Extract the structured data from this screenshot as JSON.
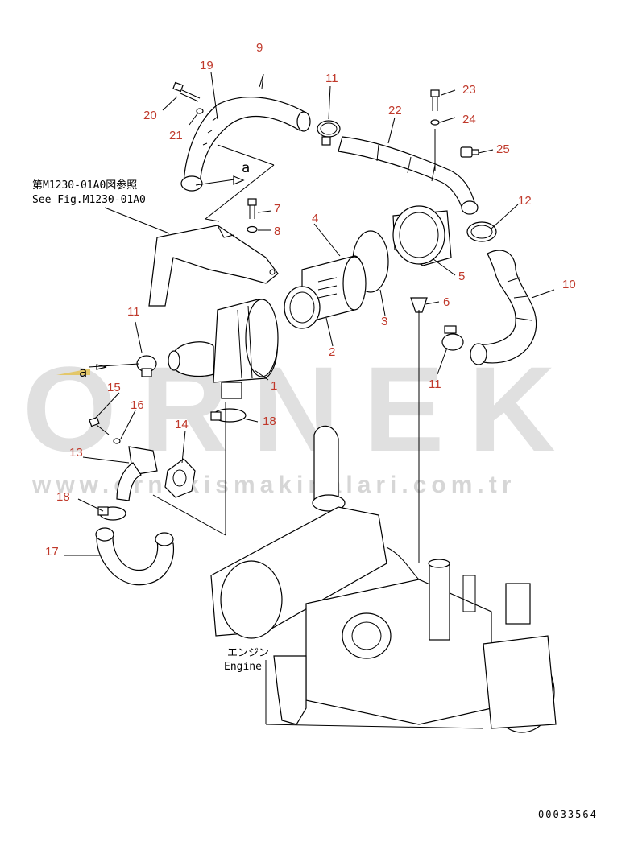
{
  "watermark": {
    "logo_text": "ORNEK",
    "url": "www.ornekismakinalari.com.tr"
  },
  "reference": {
    "line1": "第M1230-01A0図参照",
    "line2": "See Fig.M1230-01A0"
  },
  "engine_label": {
    "jp": "エンジン",
    "en": "Engine"
  },
  "view_marker": "a",
  "drawing_number": "00033564",
  "callouts": [
    "1",
    "2",
    "3",
    "4",
    "5",
    "6",
    "7",
    "8",
    "9",
    "10",
    "11",
    "12",
    "13",
    "14",
    "15",
    "16",
    "17",
    "18",
    "19",
    "20",
    "21",
    "22",
    "23",
    "24",
    "25"
  ],
  "colors": {
    "callout": "#c0392b",
    "watermark": "#d6d6d6",
    "marker_accent": "#e3c76a"
  }
}
